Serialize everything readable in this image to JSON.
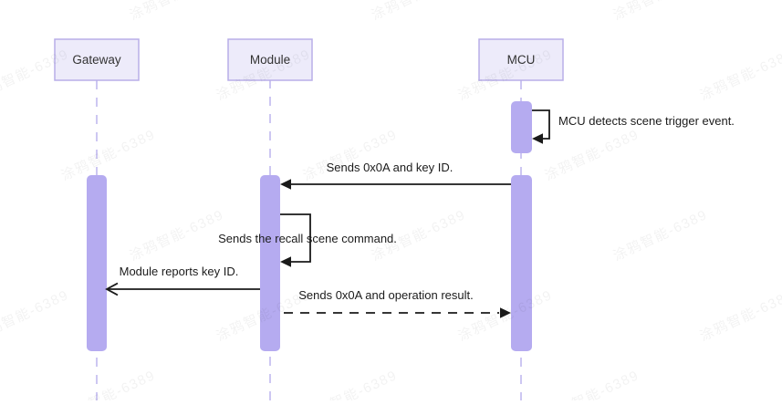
{
  "diagram": {
    "type": "sequence-diagram",
    "participants": [
      {
        "id": "gateway",
        "label": "Gateway"
      },
      {
        "id": "module",
        "label": "Module"
      },
      {
        "id": "mcu",
        "label": "MCU"
      }
    ],
    "messages": [
      {
        "from": "mcu",
        "to": "mcu",
        "style": "self-solid-filled",
        "label": "MCU detects scene trigger event."
      },
      {
        "from": "mcu",
        "to": "module",
        "style": "solid-filled",
        "label": "Sends 0x0A and key ID."
      },
      {
        "from": "module",
        "to": "module",
        "style": "self-solid-filled",
        "label": "Sends the recall scene command."
      },
      {
        "from": "module",
        "to": "gateway",
        "style": "solid-open",
        "label": "Module reports key ID."
      },
      {
        "from": "module",
        "to": "mcu",
        "style": "dashed-filled",
        "label": "Sends 0x0A and operation result."
      }
    ],
    "watermark": {
      "text": "涂鸦智能-6389"
    },
    "colors": {
      "background": "#FFFFFF",
      "participant_fill": "#EDEBFA",
      "participant_border": "#B8AEE8",
      "activation_fill": "#B5ABF0",
      "lifeline": "#CDC7F2",
      "arrow": "#1A1A1A",
      "label_text": "#333333",
      "message_text": "#1B1B1B",
      "watermark_text": "#F0F0F0"
    }
  }
}
